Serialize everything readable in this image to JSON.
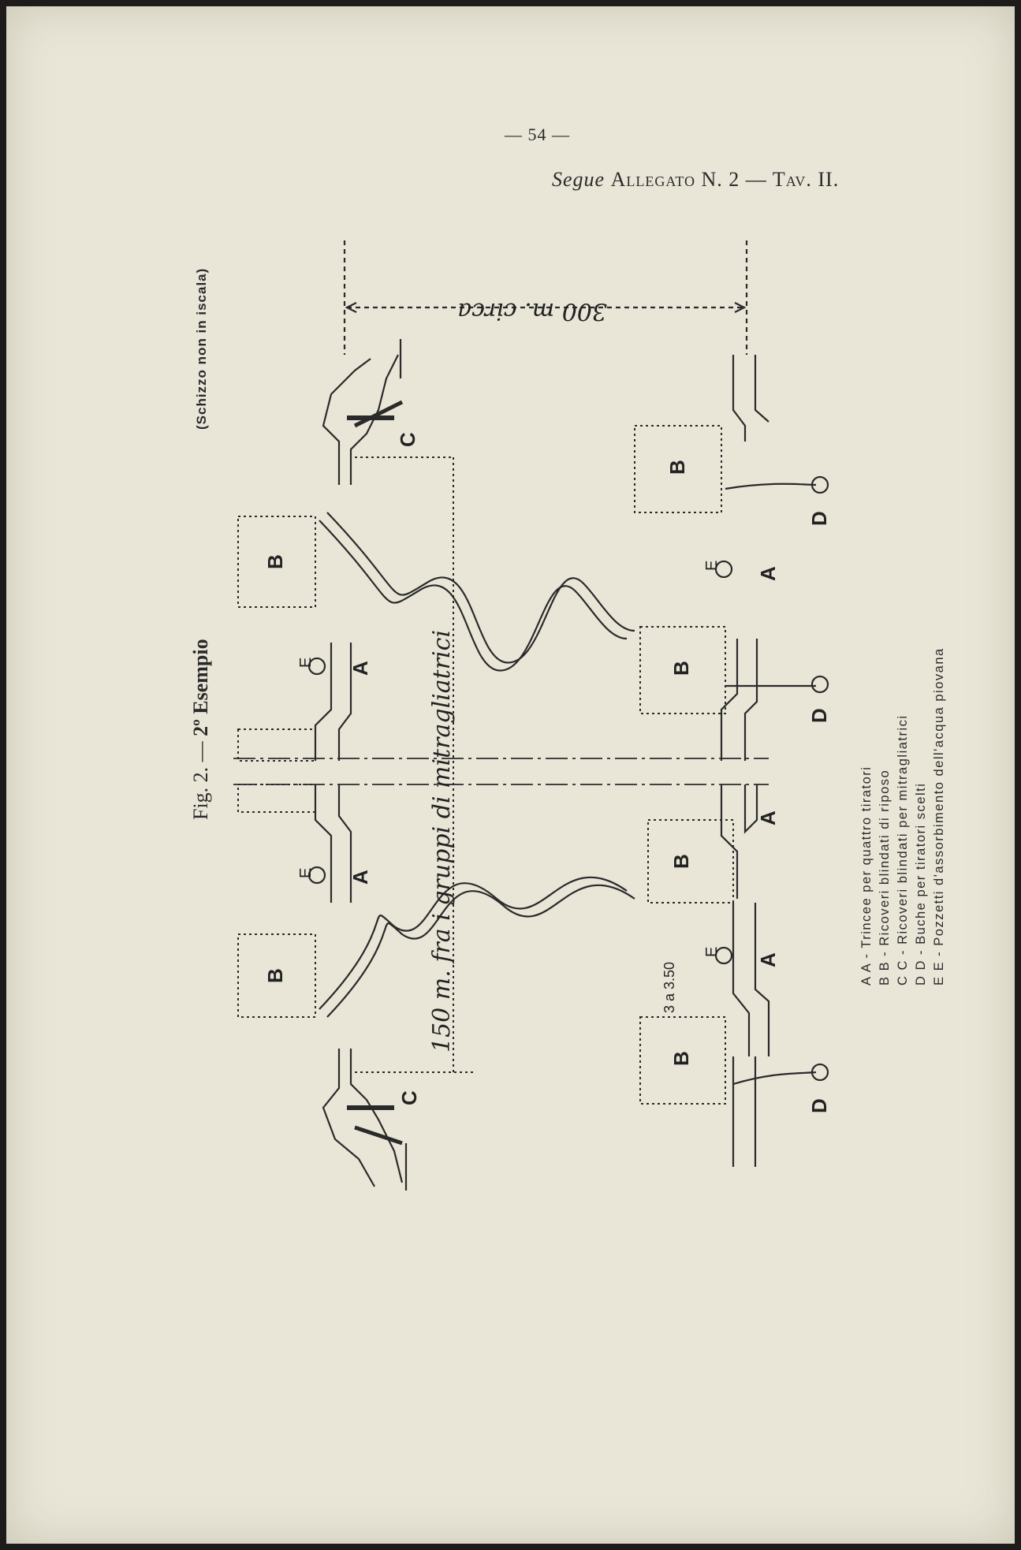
{
  "page_number": "— 54 —",
  "header": {
    "segue": "Segue",
    "allegato": "Allegato N. 2 — Tav. II."
  },
  "figure": {
    "caption_prefix": "Fig. 2. —",
    "caption_title": "2º Esempio",
    "scale_note": "(Schizzo non in iscala)",
    "dimension_300": "300 m. circa",
    "dimension_150": "150 m. fra i gruppi di mitragliatrici",
    "dimension_3": "3 a 3.50",
    "labels": {
      "A": "A",
      "B": "B",
      "C": "C",
      "D": "D",
      "E": "E"
    }
  },
  "legend": [
    "A A - Trincee per quattro tiratori",
    "B B - Ricoveri blindati di riposo",
    "C C - Ricoveri blindati per mitragliatrici",
    "D D - Buche per tiratori scelti",
    "E E - Pozzetti d'assorbimento dell'acqua piovana"
  ]
}
